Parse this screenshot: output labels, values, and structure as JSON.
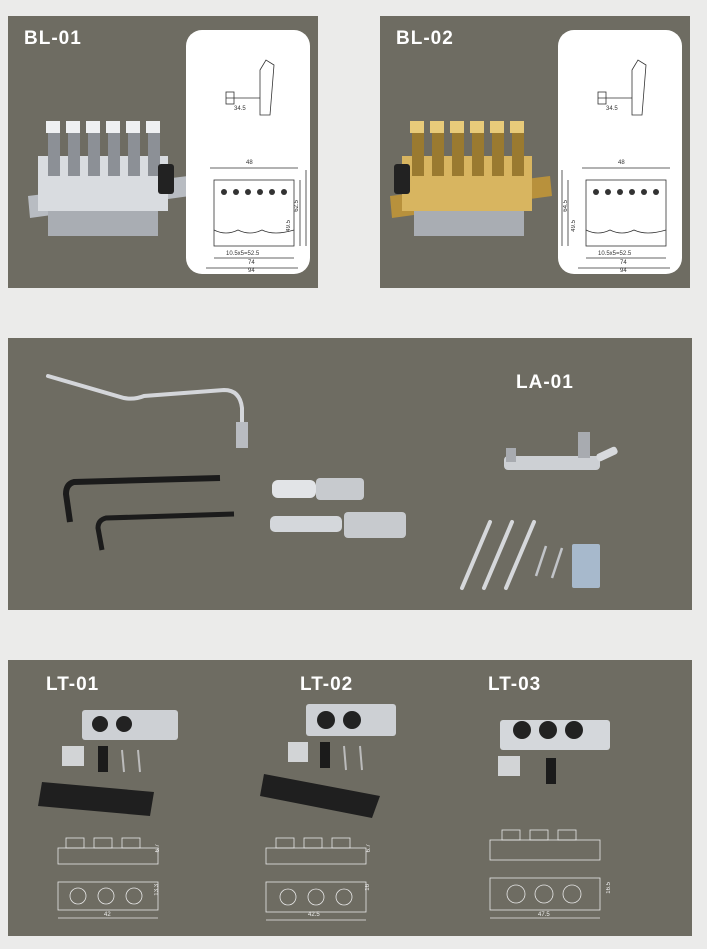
{
  "products": {
    "bl01": {
      "code": "BL-01"
    },
    "bl02": {
      "code": "BL-02"
    },
    "la01": {
      "code": "LA-01"
    },
    "lt01": {
      "code": "LT-01"
    },
    "lt02": {
      "code": "LT-02"
    },
    "lt03": {
      "code": "LT-03"
    }
  },
  "bl01_drawing": {
    "dim_side": "34.5",
    "dim_top": "48",
    "dim_h1": "62.5",
    "dim_h2": "49.5",
    "dim_spacing": "10.5x5=52.5",
    "dim_w1": "74",
    "dim_w2": "94"
  },
  "bl02_drawing": {
    "dim_side": "34.5",
    "dim_top": "48",
    "dim_h1": "64.5",
    "dim_h2": "49.5",
    "dim_spacing": "10.5x5=52.5",
    "dim_w1": "74",
    "dim_w2": "94"
  },
  "lt01_drawing": {
    "dim_w": "42",
    "dim_h1": "6.7",
    "dim_h2": "13.3"
  },
  "lt02_drawing": {
    "dim_w": "42.5",
    "dim_h1": "6.7",
    "dim_h2": "16"
  },
  "lt03_drawing": {
    "dim_w": "47.5",
    "dim_h2": "16.5"
  },
  "colors": {
    "panel": "#6e6c62",
    "background": "#ebebea",
    "chrome": "#c9ccd0",
    "gold": "#c8a24a"
  }
}
